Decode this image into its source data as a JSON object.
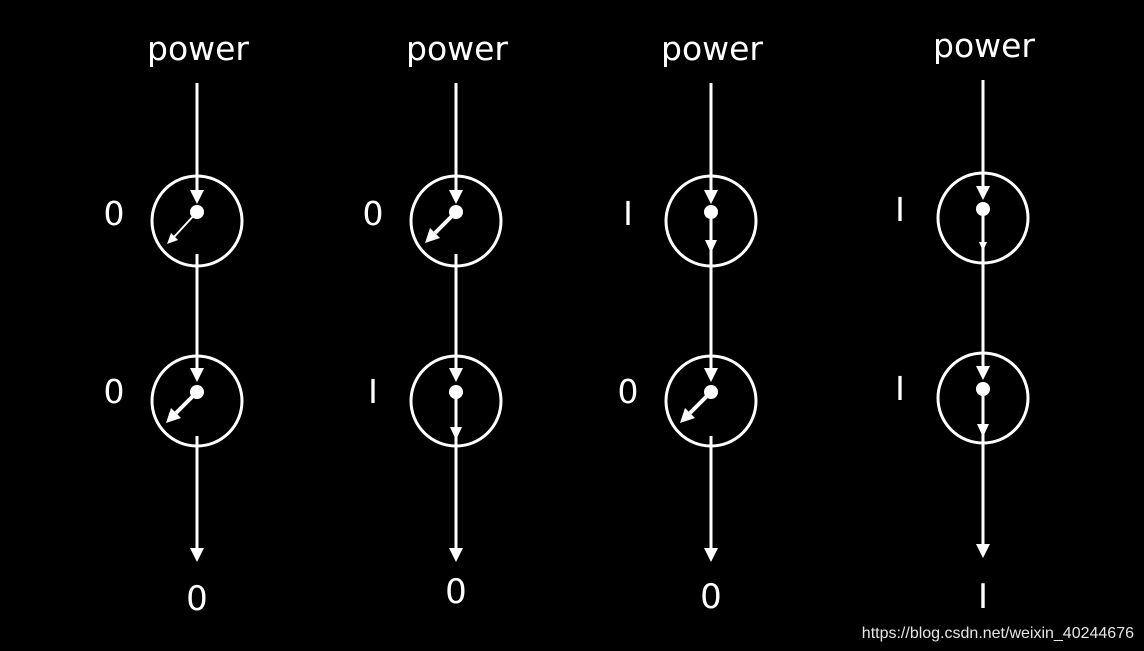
{
  "colors": {
    "background": "#000000",
    "foreground": "#ffffff"
  },
  "columns": [
    {
      "power_label": "power",
      "inputs": [
        "0",
        "0"
      ],
      "output": "0"
    },
    {
      "power_label": "power",
      "inputs": [
        "0",
        "I"
      ],
      "output": "0"
    },
    {
      "power_label": "power",
      "inputs": [
        "I",
        "0"
      ],
      "output": "0"
    },
    {
      "power_label": "power",
      "inputs": [
        "I",
        "I"
      ],
      "output": "I"
    }
  ],
  "watermark": "https://blog.csdn.net/weixin_40244676"
}
